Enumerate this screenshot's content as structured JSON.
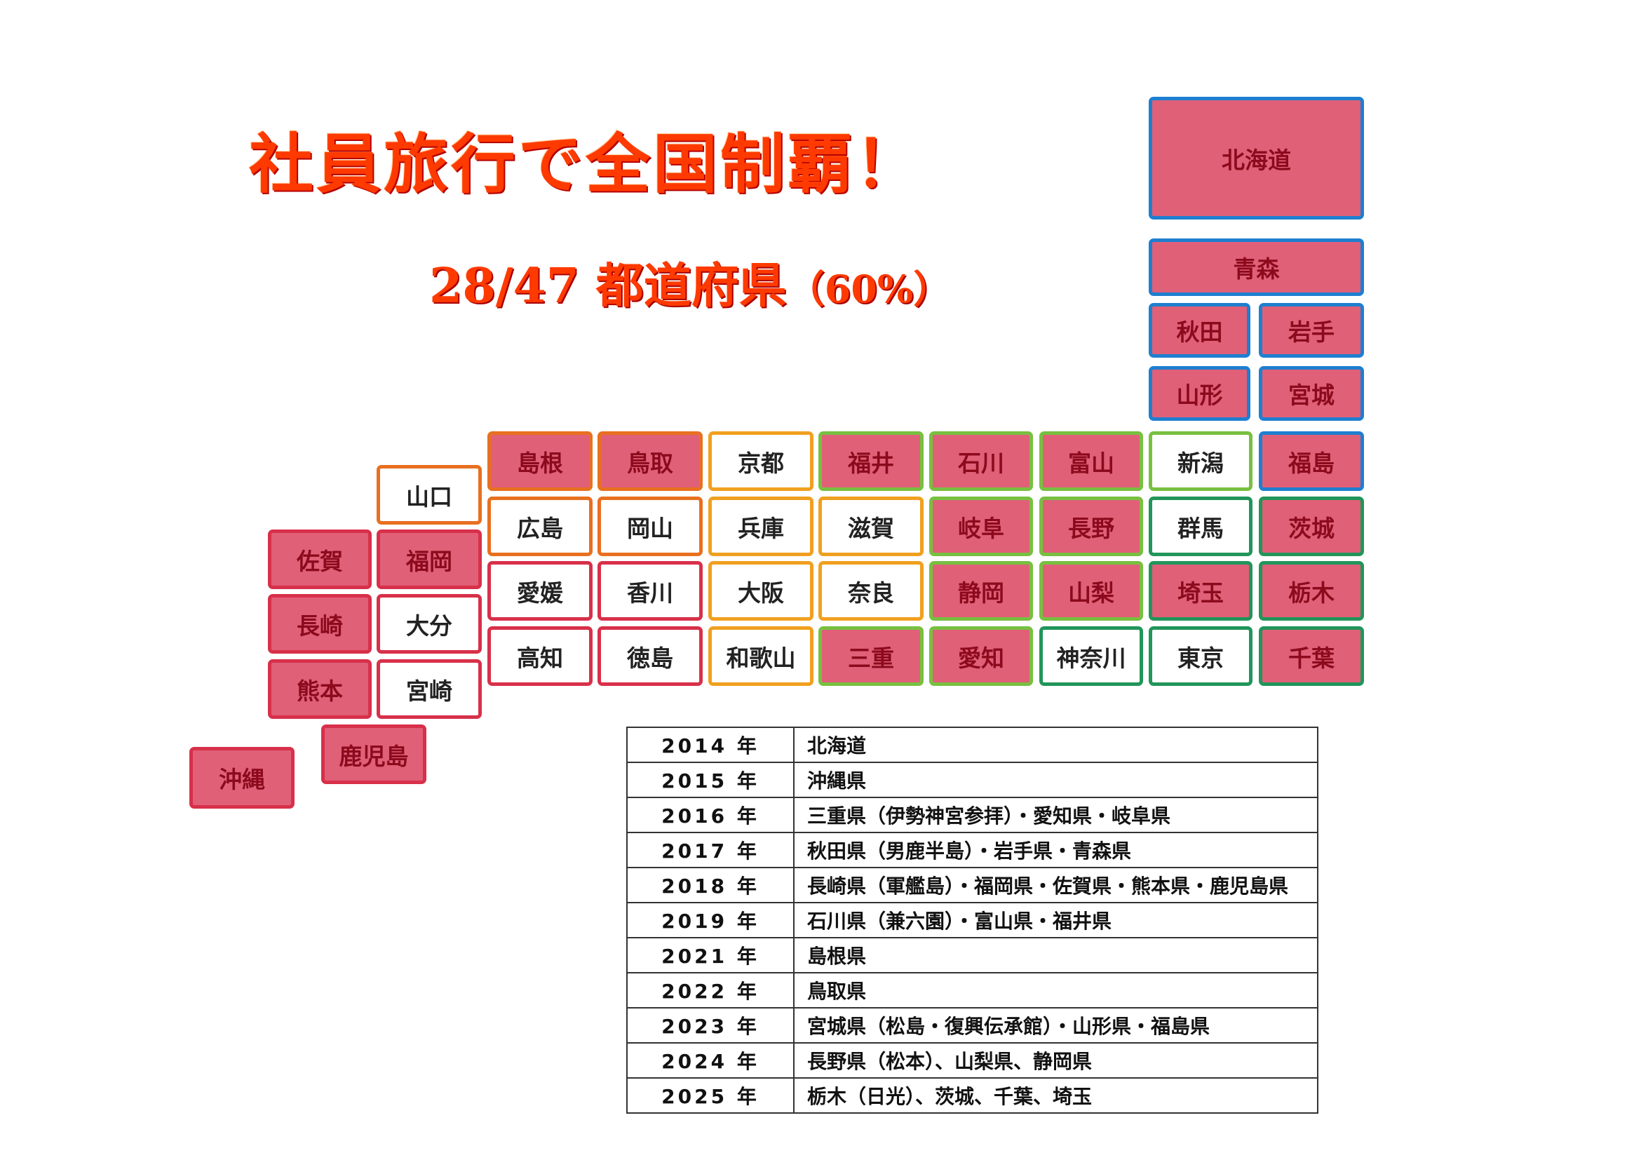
{
  "title": "社員旅行で全国制覇！",
  "subtitle": {
    "count": "28/47 都道府県",
    "percent": "（60%）"
  },
  "colors": {
    "visited_fill": "#e06078",
    "visited_text": "#8c0a1c",
    "title": "#ff3a00"
  },
  "prefectures": [
    {
      "name": "北海道",
      "visited": true,
      "border": "#1e7fd0"
    },
    {
      "name": "青森",
      "visited": true,
      "border": "#1e7fd0"
    },
    {
      "name": "秋田",
      "visited": true,
      "border": "#1e7fd0"
    },
    {
      "name": "岩手",
      "visited": true,
      "border": "#1e7fd0"
    },
    {
      "name": "山形",
      "visited": true,
      "border": "#1e7fd0"
    },
    {
      "name": "宮城",
      "visited": true,
      "border": "#1e7fd0"
    },
    {
      "name": "新潟",
      "visited": false,
      "border": "#78c040"
    },
    {
      "name": "福島",
      "visited": true,
      "border": "#1e7fd0"
    },
    {
      "name": "群馬",
      "visited": false,
      "border": "#22955a"
    },
    {
      "name": "茨城",
      "visited": true,
      "border": "#22955a"
    },
    {
      "name": "埼玉",
      "visited": true,
      "border": "#22955a"
    },
    {
      "name": "栃木",
      "visited": true,
      "border": "#22955a"
    },
    {
      "name": "東京",
      "visited": false,
      "border": "#22955a"
    },
    {
      "name": "千葉",
      "visited": true,
      "border": "#22955a"
    },
    {
      "name": "富山",
      "visited": true,
      "border": "#78c040"
    },
    {
      "name": "長野",
      "visited": true,
      "border": "#78c040"
    },
    {
      "name": "山梨",
      "visited": true,
      "border": "#78c040"
    },
    {
      "name": "神奈川",
      "visited": false,
      "border": "#22955a"
    },
    {
      "name": "石川",
      "visited": true,
      "border": "#78c040"
    },
    {
      "name": "岐阜",
      "visited": true,
      "border": "#78c040"
    },
    {
      "name": "静岡",
      "visited": true,
      "border": "#78c040"
    },
    {
      "name": "愛知",
      "visited": true,
      "border": "#78c040"
    },
    {
      "name": "福井",
      "visited": true,
      "border": "#78c040"
    },
    {
      "name": "滋賀",
      "visited": false,
      "border": "#f0a020"
    },
    {
      "name": "奈良",
      "visited": false,
      "border": "#f0a020"
    },
    {
      "name": "三重",
      "visited": true,
      "border": "#78c040"
    },
    {
      "name": "京都",
      "visited": false,
      "border": "#f0a020"
    },
    {
      "name": "兵庫",
      "visited": false,
      "border": "#f0a020"
    },
    {
      "name": "大阪",
      "visited": false,
      "border": "#f0a020"
    },
    {
      "name": "和歌山",
      "visited": false,
      "border": "#f0a020"
    },
    {
      "name": "鳥取",
      "visited": true,
      "border": "#e87020"
    },
    {
      "name": "岡山",
      "visited": false,
      "border": "#e87020"
    },
    {
      "name": "香川",
      "visited": false,
      "border": "#d8304a"
    },
    {
      "name": "徳島",
      "visited": false,
      "border": "#d8304a"
    },
    {
      "name": "島根",
      "visited": true,
      "border": "#e87020"
    },
    {
      "name": "広島",
      "visited": false,
      "border": "#e87020"
    },
    {
      "name": "愛媛",
      "visited": false,
      "border": "#d8304a"
    },
    {
      "name": "高知",
      "visited": false,
      "border": "#d8304a"
    },
    {
      "name": "山口",
      "visited": false,
      "border": "#e87020"
    },
    {
      "name": "福岡",
      "visited": true,
      "border": "#d8304a"
    },
    {
      "name": "大分",
      "visited": false,
      "border": "#d8304a"
    },
    {
      "name": "宮崎",
      "visited": false,
      "border": "#d8304a"
    },
    {
      "name": "佐賀",
      "visited": true,
      "border": "#d8304a"
    },
    {
      "name": "長崎",
      "visited": true,
      "border": "#d8304a"
    },
    {
      "name": "熊本",
      "visited": true,
      "border": "#d8304a"
    },
    {
      "name": "鹿児島",
      "visited": true,
      "border": "#d8304a"
    },
    {
      "name": "沖縄",
      "visited": true,
      "border": "#d8304a"
    }
  ],
  "history": [
    {
      "year": "2014 年",
      "text": "北海道"
    },
    {
      "year": "2015 年",
      "text": "沖縄県"
    },
    {
      "year": "2016 年",
      "text": "三重県（伊勢神宮参拝）・愛知県・岐阜県"
    },
    {
      "year": "2017 年",
      "text": "秋田県（男鹿半島）・岩手県・青森県"
    },
    {
      "year": "2018 年",
      "text": "長崎県（軍艦島）・福岡県・佐賀県・熊本県・鹿児島県"
    },
    {
      "year": "2019 年",
      "text": "石川県（兼六園）・富山県・福井県"
    },
    {
      "year": "2021 年",
      "text": "島根県"
    },
    {
      "year": "2022 年",
      "text": "鳥取県"
    },
    {
      "year": "2023 年",
      "text": "宮城県（松島・復興伝承館）・山形県・福島県"
    },
    {
      "year": "2024 年",
      "text": "長野県（松本）、山梨県、静岡県"
    },
    {
      "year": "2025 年",
      "text": "栃木（日光）、茨城、千葉、埼玉"
    }
  ]
}
